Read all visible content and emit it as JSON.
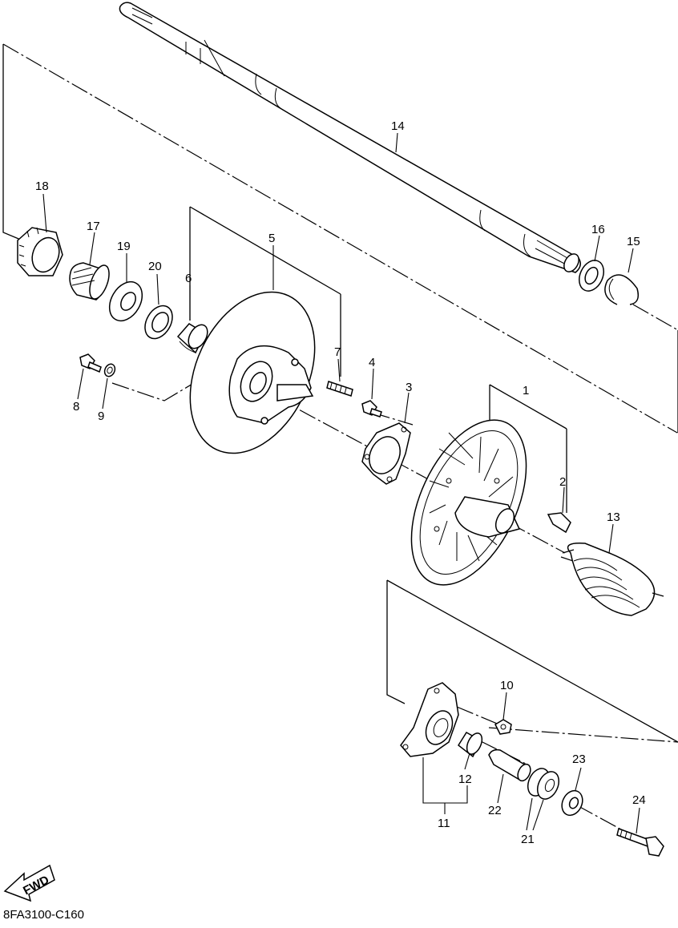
{
  "diagram": {
    "drawing_code": "8FA3100-C160",
    "fwd_label": "FWD",
    "callouts": [
      "1",
      "2",
      "3",
      "4",
      "5",
      "6",
      "7",
      "8",
      "9",
      "10",
      "11",
      "12",
      "13",
      "14",
      "15",
      "16",
      "17",
      "18",
      "19",
      "20",
      "21",
      "22",
      "23",
      "24"
    ]
  }
}
